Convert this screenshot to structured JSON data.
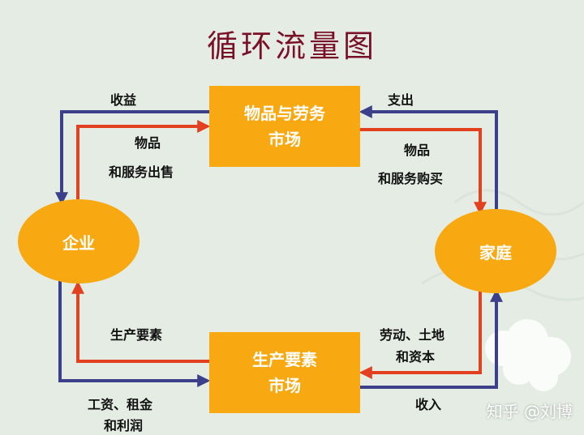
{
  "title": "循环流量图",
  "nodes": {
    "goods_market": {
      "line1": "物品与劳务",
      "line2": "市场"
    },
    "factor_market": {
      "line1": "生产要素",
      "line2": "市场"
    },
    "firms": "企业",
    "households": "家庭"
  },
  "labels": {
    "revenue": "收益",
    "goods_sold_1": "物品",
    "goods_sold_2": "和服务出售",
    "spending": "支出",
    "goods_bought_1": "物品",
    "goods_bought_2": "和服务购买",
    "factors_of_production": "生产要素",
    "labor_land_1": "劳动、土地",
    "labor_land_2": "和资本",
    "wages_1": "工资、租金",
    "wages_2": "和利润",
    "income": "收入"
  },
  "watermark": "知乎 @刘博",
  "colors": {
    "box_fill": "#f8a912",
    "money_flow": "#3c3f8a",
    "goods_flow": "#e2401f",
    "title": "#7a1028"
  }
}
